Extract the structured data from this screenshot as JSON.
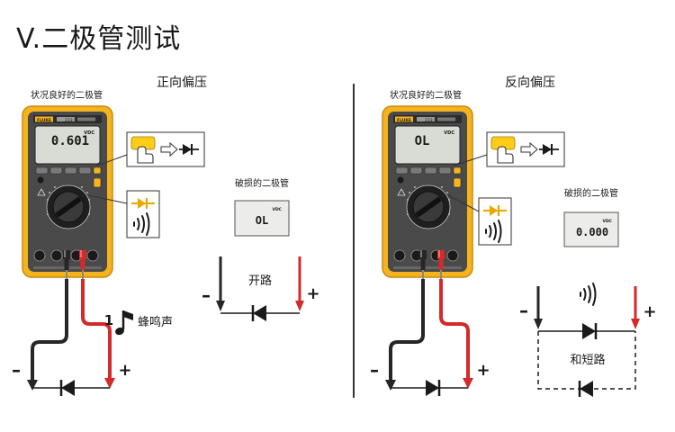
{
  "title": "V.二极管测试",
  "left": {
    "heading": "正向偏压",
    "good_label": "状况良好的二极管",
    "meter_reading": "0.601",
    "bad_label": "破损的二极管",
    "bad_reading": "OL",
    "unit_badge": "VDC",
    "open_label": "开路",
    "beep_count": "1",
    "beep_label": "蜂鸣声",
    "minus": "–",
    "plus": "+"
  },
  "right": {
    "heading": "反向偏压",
    "good_label": "状况良好的二极管",
    "meter_reading": "OL",
    "bad_label": "破损的二极管",
    "bad_reading": "0.000",
    "unit_badge": "VDC",
    "short_label": "和短路",
    "minus": "–",
    "plus": "+"
  },
  "meter": {
    "brand": "FLUKE",
    "model": "233"
  },
  "colors": {
    "meter_yellow": "#f5b41e",
    "meter_body": "#4a4a4a",
    "display": "#d8dcd4",
    "probe_red": "#d42a2a",
    "probe_black": "#262626",
    "highlight_yellow": "#ffcc1a"
  },
  "icons": [
    "button-press-icon",
    "arrow-right-icon",
    "diode-symbol-icon",
    "sound-wave-icon",
    "music-note-icon"
  ]
}
